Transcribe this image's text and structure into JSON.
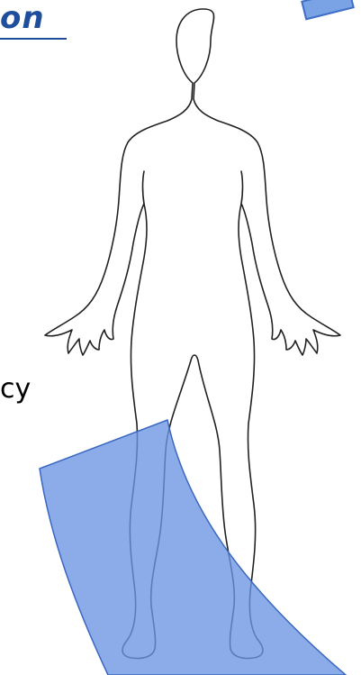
{
  "title_fragment": "on",
  "side_text_fragment": "cy",
  "icons": {
    "figure": "human-body-outline-icon",
    "band": "curved-band-shape"
  },
  "colors": {
    "title": "#1f4e9c",
    "band_fill": "#6b95e3",
    "band_stroke": "#3a67c0",
    "outline": "#222222"
  }
}
